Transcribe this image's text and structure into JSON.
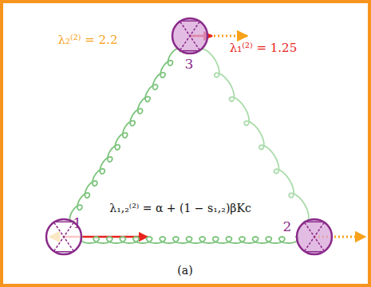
{
  "diagram": {
    "nodes": [
      {
        "text": [
          "1"
        ]
      },
      {
        "text": [
          "2"
        ]
      },
      {
        "text": [
          "3"
        ]
      }
    ],
    "edges": [
      {
        "from": 0,
        "to": 1,
        "arrow": "none"
      },
      {
        "from": 0,
        "to": 2,
        "arrow": "none"
      },
      {
        "from": 1,
        "to": 2,
        "arrow": "none"
      }
    ],
    "labels": [
      "λ₂⁽²⁾ = 2.2",
      "λ₁⁽²⁾ = 1.25",
      "λ₁,₂⁽²⁾ = α + (1 − s₁,₂)βKc",
      "(a)"
    ]
  }
}
